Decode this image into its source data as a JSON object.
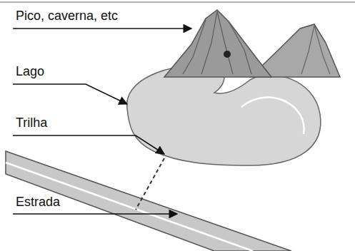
{
  "diagram": {
    "labels": [
      "Pico, caverna, etc",
      "Lago",
      "Trilha",
      "Estrada"
    ]
  }
}
